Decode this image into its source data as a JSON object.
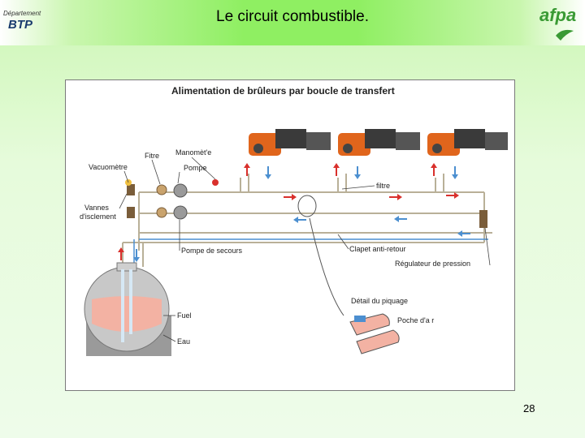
{
  "slide": {
    "title": "Le circuit combustible.",
    "page_number": "28",
    "logo_left_line1": "Département",
    "logo_left_line2": "BTP",
    "logo_right": "afpa"
  },
  "diagram": {
    "heading": "Alimentation de brûleurs par boucle de transfert",
    "labels": {
      "filtre_left": "Fitre",
      "manometre": "Manomèt'e",
      "vacuometre": "Vacuomètre",
      "pompe": "Pompe",
      "vannes_line1": "Vannes",
      "vannes_line2": "d'isclement",
      "filtre_right": "filtre",
      "pompe_secours": "Pompe de secours",
      "clapet": "Clapet anti-retour",
      "regulateur": "Régulateur de pression",
      "detail": "Détail du piquage",
      "poche_air": "Poche d'a r",
      "fuel": "Fuel",
      "eau": "Eau"
    }
  }
}
